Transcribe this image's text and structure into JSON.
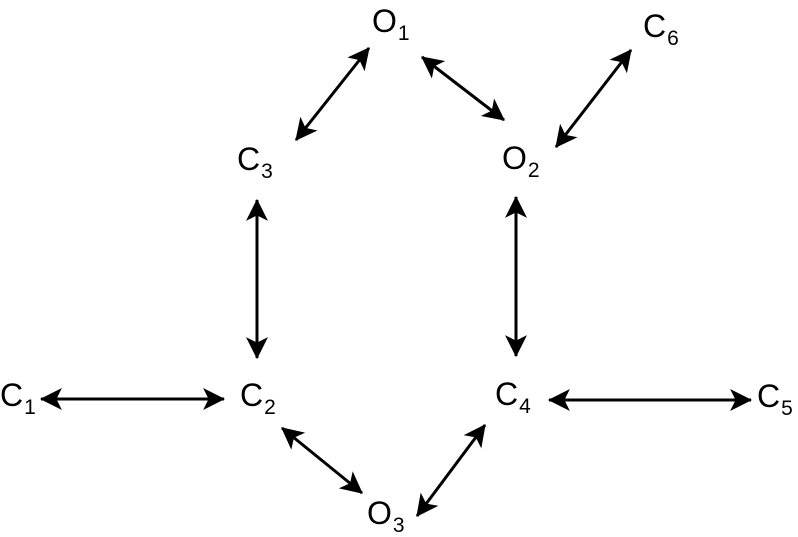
{
  "diagram": {
    "nodes": [
      {
        "id": "O1",
        "symbol": "O",
        "subscript": "1"
      },
      {
        "id": "O2",
        "symbol": "O",
        "subscript": "2"
      },
      {
        "id": "O3",
        "symbol": "O",
        "subscript": "3"
      },
      {
        "id": "C1",
        "symbol": "C",
        "subscript": "1"
      },
      {
        "id": "C2",
        "symbol": "C",
        "subscript": "2"
      },
      {
        "id": "C3",
        "symbol": "C",
        "subscript": "3"
      },
      {
        "id": "C4",
        "symbol": "C",
        "subscript": "4"
      },
      {
        "id": "C5",
        "symbol": "C",
        "subscript": "5"
      },
      {
        "id": "C6",
        "symbol": "C",
        "subscript": "6"
      }
    ],
    "edges": [
      {
        "from": "C3",
        "to": "O1",
        "direction": "both"
      },
      {
        "from": "O1",
        "to": "O2",
        "direction": "both"
      },
      {
        "from": "O2",
        "to": "C6",
        "direction": "both"
      },
      {
        "from": "C3",
        "to": "C2",
        "direction": "both"
      },
      {
        "from": "O2",
        "to": "C4",
        "direction": "both"
      },
      {
        "from": "C1",
        "to": "C2",
        "direction": "both"
      },
      {
        "from": "C2",
        "to": "O3",
        "direction": "both"
      },
      {
        "from": "O3",
        "to": "C4",
        "direction": "both"
      },
      {
        "from": "C4",
        "to": "C5",
        "direction": "both"
      }
    ]
  }
}
